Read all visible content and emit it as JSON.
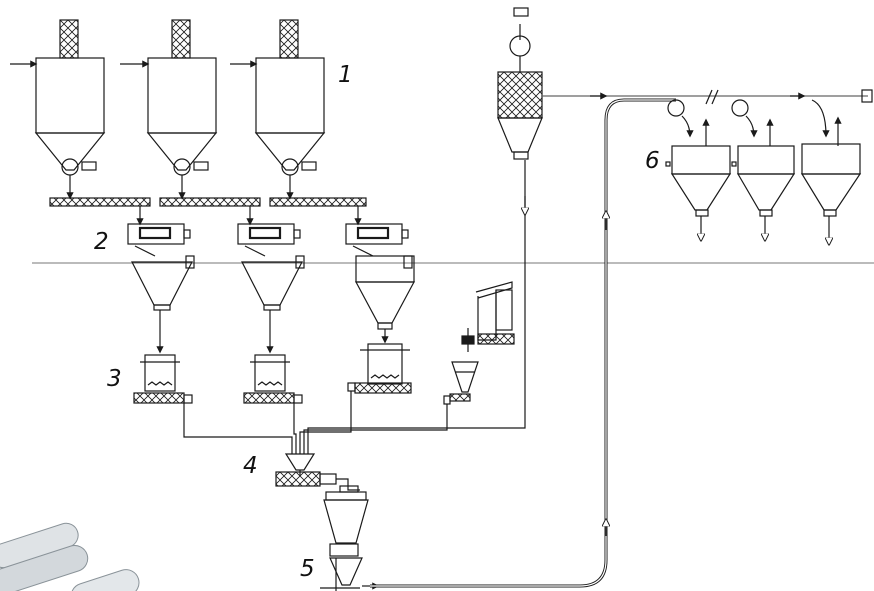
{
  "stage_labels": [
    {
      "key": "silos",
      "text": "1"
    },
    {
      "key": "weighers",
      "text": "2"
    },
    {
      "key": "dosing-hoppers",
      "text": "3"
    },
    {
      "key": "mixer",
      "text": "4"
    },
    {
      "key": "extruder",
      "text": "5"
    },
    {
      "key": "product-silos",
      "text": "6"
    }
  ],
  "colors": {
    "line": "#1a1a1a",
    "pipe": "#9aa3aa",
    "background": "#ffffff"
  }
}
